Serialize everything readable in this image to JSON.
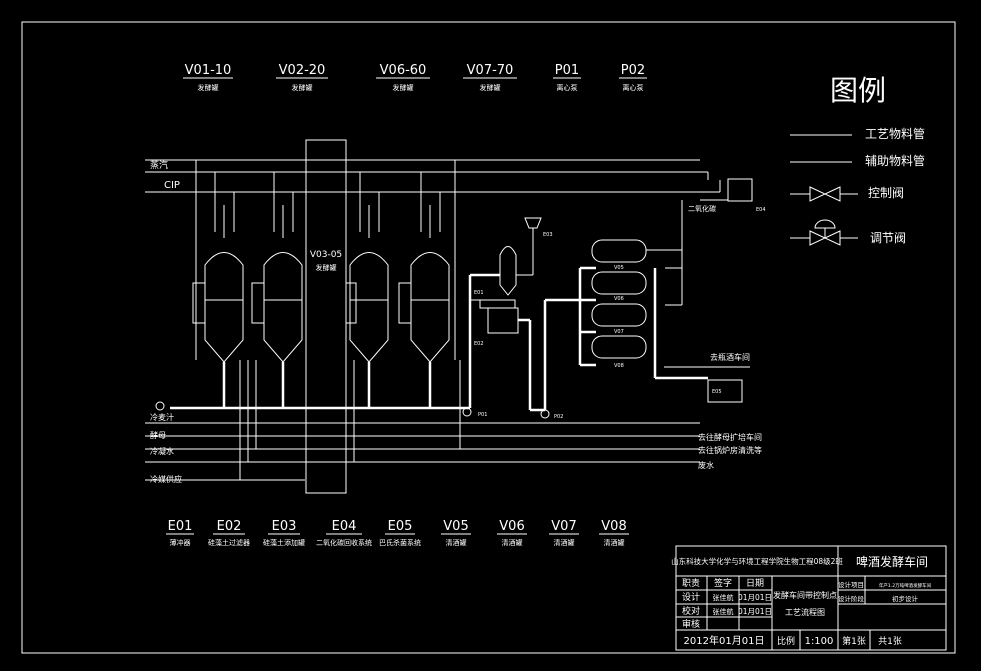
{
  "top_equipment": [
    {
      "tag": "V01-10",
      "name": "发酵罐"
    },
    {
      "tag": "V02-20",
      "name": "发酵罐"
    },
    {
      "tag": "V06-60",
      "name": "发酵罐"
    },
    {
      "tag": "V07-70",
      "name": "发酵罐"
    },
    {
      "tag": "P01",
      "name": "离心泵"
    },
    {
      "tag": "P02",
      "name": "离心泵"
    }
  ],
  "bottom_equipment": [
    {
      "tag": "E01",
      "name": "薄冲器"
    },
    {
      "tag": "E02",
      "name": "硅藻土过滤器"
    },
    {
      "tag": "E03",
      "name": "硅藻土添加罐"
    },
    {
      "tag": "E04",
      "name": "二氧化碳回收系统"
    },
    {
      "tag": "E05",
      "name": "巴氏杀菌系统"
    },
    {
      "tag": "V05",
      "name": "清酒罐"
    },
    {
      "tag": "V06",
      "name": "清酒罐"
    },
    {
      "tag": "V07",
      "name": "清酒罐"
    },
    {
      "tag": "V08",
      "name": "清酒罐"
    }
  ],
  "legend": {
    "title": "图例",
    "items": [
      "工艺物料管",
      "辅助物料管",
      "控制阀",
      "调节阀"
    ]
  },
  "diagram": {
    "steam": "蒸汽",
    "cip": "CIP",
    "central_tank_tag": "V03-05",
    "central_tank_name": "发酵罐",
    "co2": "二氧化碳",
    "e04": "E04",
    "e03": "E03",
    "e01": "E01",
    "e02": "E02",
    "e05": "E05",
    "p01": "P01",
    "p02": "P02",
    "v05": "V05",
    "v06": "V06",
    "v07": "V07",
    "v08": "V08",
    "to_bottling": "去瓶酒车间",
    "left_inputs": [
      "冷麦汁",
      "酵母",
      "冷凝水",
      "冷媒供应"
    ],
    "right_outputs": [
      "去往酵母扩培车间",
      "去往锅炉房清洗等",
      "废水"
    ]
  },
  "title_block": {
    "school": "山东科技大学化学与环境工程学院生物工程08级2班",
    "project": "啤酒发酵车间",
    "roles": [
      "设计",
      "校对",
      "审核"
    ],
    "header_cols": [
      "职责",
      "签字",
      "日期"
    ],
    "signers": [
      "",
      "",
      ""
    ],
    "signer_design": "张佳航",
    "signer_check": "张佳航",
    "dates": [
      "01月01日",
      "01月01日"
    ],
    "drawing_title_1": "发酵车间带控制点",
    "drawing_title_2": "工艺流程图",
    "design_project_label": "设计项目",
    "design_project_value": "年产1.2万吨啤酒发酵车间",
    "design_stage_label": "设计阶段",
    "design_stage_value": "初步设计",
    "date": "2012年01月01日",
    "scale_label": "比例",
    "scale_value": "1:100",
    "sheet_no": "第1张",
    "sheet_total": "共1张"
  }
}
